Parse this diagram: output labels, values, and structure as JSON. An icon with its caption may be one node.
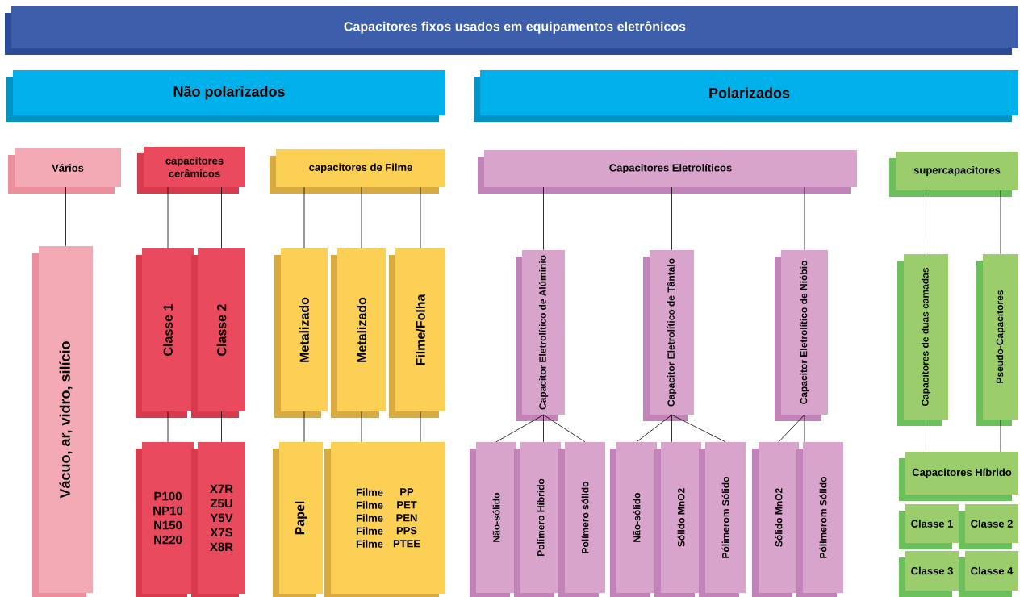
{
  "diagram": {
    "nodes": [
      {
        "text": [
          "Capacitores fixos usados em equipamentos eletrônicos"
        ]
      },
      {
        "text": [
          "Não polarizados"
        ]
      },
      {
        "text": [
          "Polarizados"
        ]
      },
      {
        "text": [
          "Vários"
        ]
      },
      {
        "text": [
          "capacitores cerâmicos"
        ]
      },
      {
        "text": [
          "capacitores de Filme"
        ]
      },
      {
        "text": [
          "Capacitores Eletrolíticos"
        ]
      },
      {
        "text": [
          "supercapacitores"
        ]
      },
      {
        "text": [
          "Vácuo, ar, vidro, silício"
        ]
      },
      {
        "text": [
          "Classe 1"
        ]
      },
      {
        "text": [
          "Classe 2"
        ]
      },
      {
        "text": [
          "Metalizado"
        ]
      },
      {
        "text": [
          "Metalizado"
        ]
      },
      {
        "text": [
          "Filme/Folha"
        ]
      },
      {
        "text": [
          "Capacitor Eletrolítico de Alúminio"
        ]
      },
      {
        "text": [
          "Capacitor Eletrolítico de Tântalo"
        ]
      },
      {
        "text": [
          "Capacitor Eletrolítico de Nióbio"
        ]
      },
      {
        "text": [
          "Capacitores de duas camadas"
        ]
      },
      {
        "text": [
          "Pseudo-Capacitores"
        ]
      },
      {
        "text": [
          "P100 NP10 N150 N220"
        ]
      },
      {
        "text": [
          "X7R Z5U Y5V X7S X8R"
        ]
      },
      {
        "text": [
          "Papel"
        ]
      },
      {
        "text": [
          "Filme Filme Filme Filme Filme",
          "PP PET PEN PPS PTEE"
        ]
      },
      {
        "text": [
          "Não-sólido"
        ]
      },
      {
        "text": [
          "Polímero Híbrido"
        ]
      },
      {
        "text": [
          "Polímero sólido"
        ]
      },
      {
        "text": [
          "Não-sólido"
        ]
      },
      {
        "text": [
          "Sólido MnO2"
        ]
      },
      {
        "text": [
          "Pólimerom Sólido"
        ]
      },
      {
        "text": [
          "Sólido MnO2"
        ]
      },
      {
        "text": [
          "Pólimerom Sólido"
        ]
      },
      {
        "text": [
          "Capacitores Híbrido"
        ]
      },
      {
        "text": [
          "Classe 1"
        ]
      },
      {
        "text": [
          "Classe 2"
        ]
      },
      {
        "text": [
          "Classe 3"
        ]
      },
      {
        "text": [
          "Classe 4"
        ]
      }
    ],
    "edges": [
      {
        "from": 3,
        "to": 8,
        "arrow": "none"
      },
      {
        "from": 4,
        "to": 9,
        "arrow": "none"
      },
      {
        "from": 4,
        "to": 10,
        "arrow": "none"
      },
      {
        "from": 5,
        "to": 11,
        "arrow": "none"
      },
      {
        "from": 5,
        "to": 12,
        "arrow": "none"
      },
      {
        "from": 5,
        "to": 13,
        "arrow": "none"
      },
      {
        "from": 6,
        "to": 14,
        "arrow": "none"
      },
      {
        "from": 6,
        "to": 15,
        "arrow": "none"
      },
      {
        "from": 6,
        "to": 16,
        "arrow": "none"
      },
      {
        "from": 7,
        "to": 17,
        "arrow": "none"
      },
      {
        "from": 7,
        "to": 18,
        "arrow": "none"
      },
      {
        "from": 9,
        "to": 19,
        "arrow": "none"
      },
      {
        "from": 10,
        "to": 20,
        "arrow": "none"
      },
      {
        "from": 11,
        "to": 21,
        "arrow": "none"
      },
      {
        "from": 12,
        "to": 22,
        "arrow": "none"
      },
      {
        "from": 13,
        "to": 22,
        "arrow": "none"
      },
      {
        "from": 14,
        "to": 23,
        "arrow": "none"
      },
      {
        "from": 14,
        "to": 24,
        "arrow": "none"
      },
      {
        "from": 14,
        "to": 25,
        "arrow": "none"
      },
      {
        "from": 15,
        "to": 26,
        "arrow": "none"
      },
      {
        "from": 15,
        "to": 27,
        "arrow": "none"
      },
      {
        "from": 15,
        "to": 28,
        "arrow": "none"
      },
      {
        "from": 16,
        "to": 29,
        "arrow": "none"
      },
      {
        "from": 16,
        "to": 30,
        "arrow": "none"
      },
      {
        "from": 17,
        "to": 31,
        "arrow": "none"
      },
      {
        "from": 18,
        "to": 31,
        "arrow": "none"
      }
    ]
  }
}
